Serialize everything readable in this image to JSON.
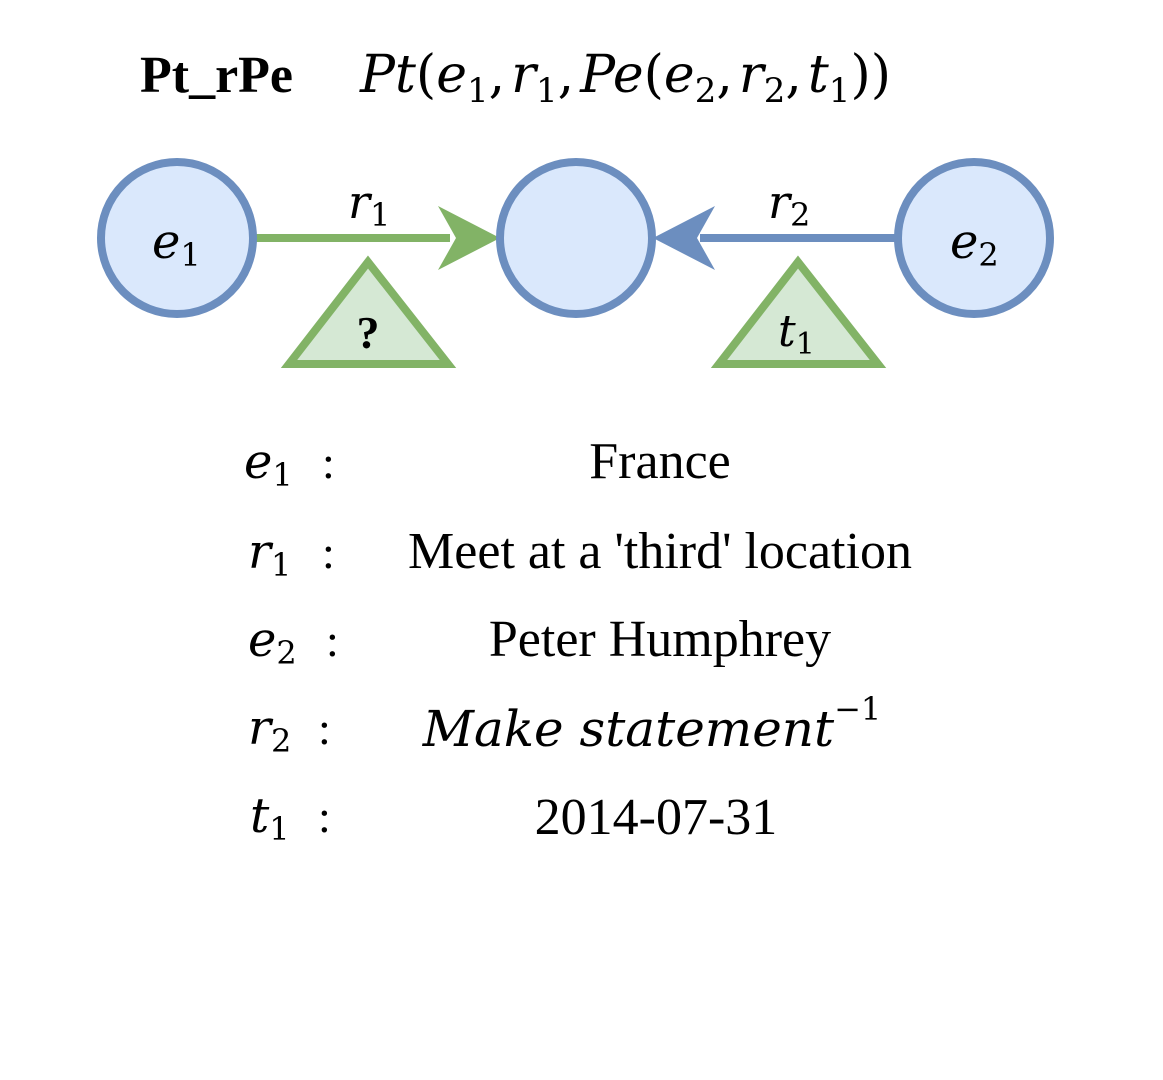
{
  "title": {
    "code": "Pt_rPe",
    "formula": {
      "pt": "Pt",
      "open1": "(",
      "e1": "e",
      "e1_sub": "1",
      "c1": ",",
      "r1": "r",
      "r1_sub": "1",
      "c2": ",",
      "pe": "Pe",
      "open2": "(",
      "e2": "e",
      "e2_sub": "2",
      "c3": ",",
      "r2": "r",
      "r2_sub": "2",
      "c4": ",",
      "t1": "t",
      "t1_sub": "1",
      "close": "))"
    }
  },
  "graph": {
    "node_left": {
      "sym": "e",
      "sub": "1"
    },
    "node_right": {
      "sym": "e",
      "sub": "2"
    },
    "edge_left": {
      "sym": "r",
      "sub": "1"
    },
    "edge_right": {
      "sym": "r",
      "sub": "2"
    },
    "time_left": "?",
    "time_right": {
      "sym": "t",
      "sub": "1"
    }
  },
  "legend": [
    {
      "sym": "e",
      "sub": "1",
      "value": "France",
      "italic": false
    },
    {
      "sym": "r",
      "sub": "1",
      "value": "Meet at a 'third' location",
      "italic": false
    },
    {
      "sym": "e",
      "sub": "2",
      "value": "Peter Humphrey",
      "italic": false
    },
    {
      "sym": "r",
      "sub": "2",
      "value": "Make statement",
      "sup": "−1",
      "italic": true
    },
    {
      "sym": "t",
      "sub": "1",
      "value": "2014-07-31",
      "italic": false
    }
  ],
  "legend_colon": ":",
  "colors": {
    "node_fill": "#dae8fc",
    "node_stroke": "#6c8ebf",
    "green_stroke": "#82b366",
    "triangle_fill": "#d5e8d4",
    "text": "#000000"
  }
}
